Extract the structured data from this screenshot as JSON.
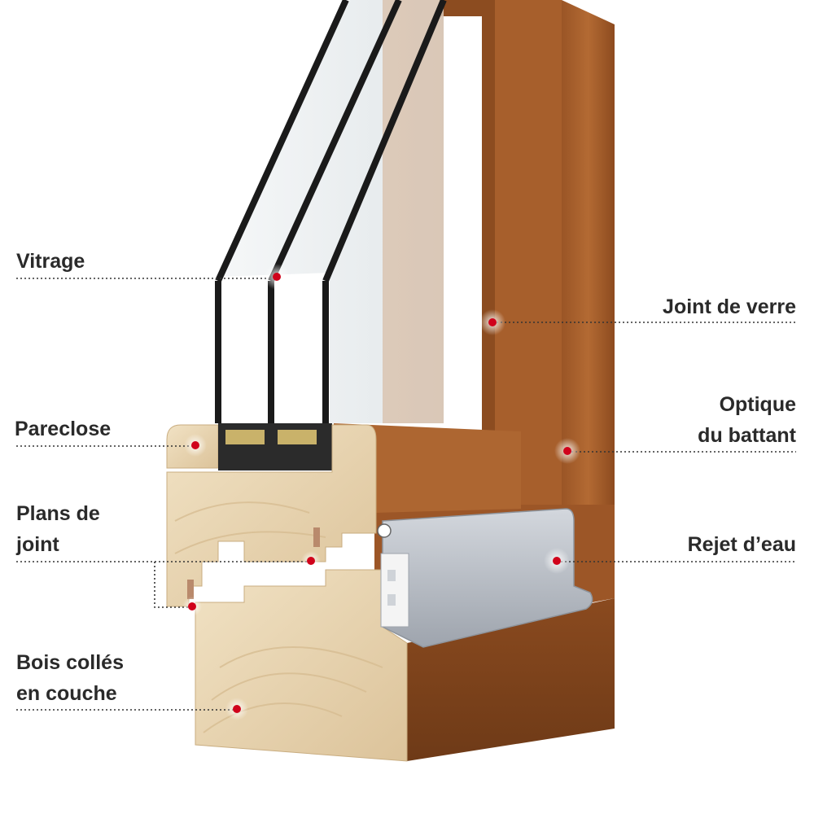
{
  "labels": {
    "vitrage": "Vitrage",
    "pareclose": "Pareclose",
    "plans_de_joint": [
      "Plans de",
      "joint"
    ],
    "bois_colles": [
      "Bois collés",
      "en couche"
    ],
    "joint_de_verre": "Joint de verre",
    "optique_du_battant": [
      "Optique",
      "du battant"
    ],
    "rejet_deau": "Rejet d’eau"
  },
  "colors": {
    "label_text": "#2a2a2a",
    "leader_line": "#333333",
    "marker_dot": "#d0021b",
    "wood_stain": "#a8602a",
    "raw_wood": "#e8d4b0",
    "glass": "#e9eef0",
    "glazing_bar": "#1a1a1a",
    "aluminium": "#b9bec6"
  },
  "icons": {
    "marker": "red-dot-halo"
  }
}
